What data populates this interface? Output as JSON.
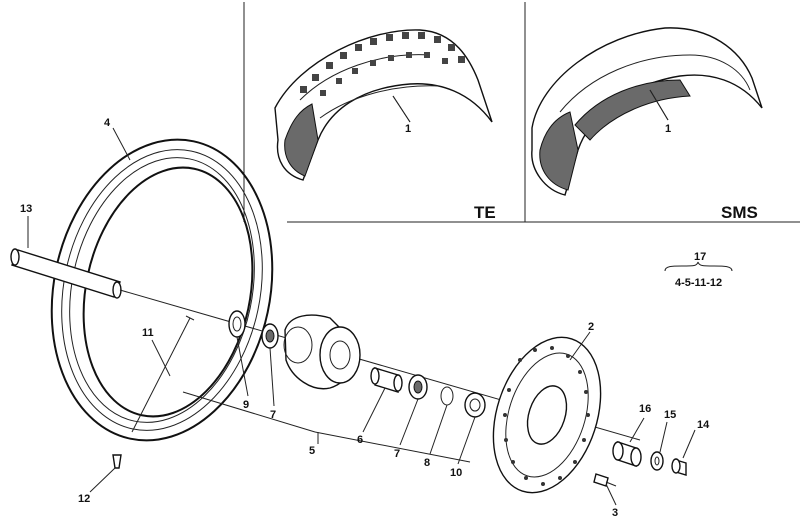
{
  "panels": {
    "te_label": "TE",
    "sms_label": "SMS"
  },
  "kit": {
    "number": "17",
    "parts": "4-5-11-12"
  },
  "callouts": {
    "tire_te": "1",
    "tire_sms": "1",
    "disc": "2",
    "disc_screw": "3",
    "rim": "4",
    "hub": "5",
    "spacer": "6",
    "bearing_left": "7",
    "bearing_right": "7",
    "circlip": "8",
    "seal_left": "9",
    "seal_right": "10",
    "spoke": "11",
    "nipple": "12",
    "axle": "13",
    "nut": "14",
    "washer": "15",
    "sleeve": "16"
  }
}
